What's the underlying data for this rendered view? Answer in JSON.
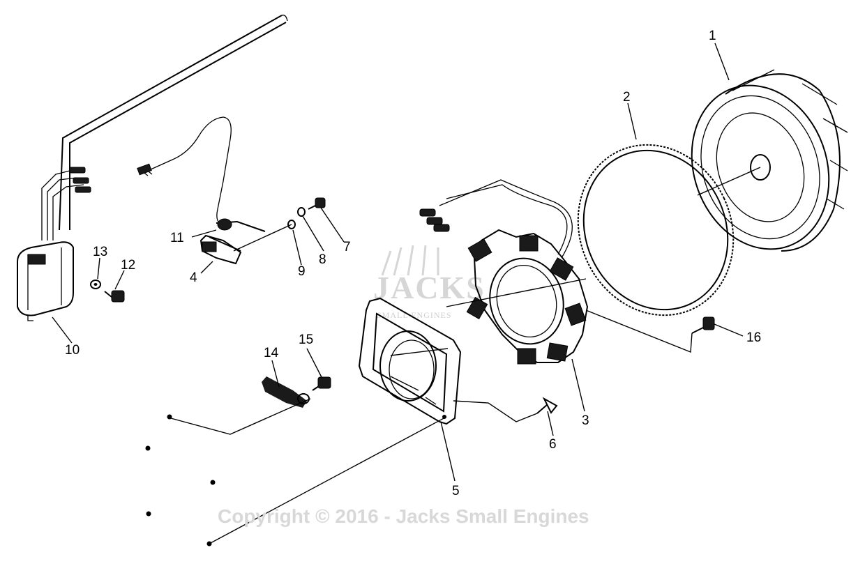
{
  "diagram": {
    "part_labels": {
      "p1": "1",
      "p2": "2",
      "p3": "3",
      "p4": "4",
      "p5": "5",
      "p6": "6",
      "p7": "7",
      "p8": "8",
      "p9": "9",
      "p10": "10",
      "p11": "11",
      "p12": "12",
      "p13": "13",
      "p14": "14",
      "p15": "15",
      "p16": "16"
    },
    "watermark": "Copyright © 2016 - Jacks Small Engines",
    "logo": {
      "name": "JACKS",
      "tagline": "SMALL ENGINES"
    }
  }
}
